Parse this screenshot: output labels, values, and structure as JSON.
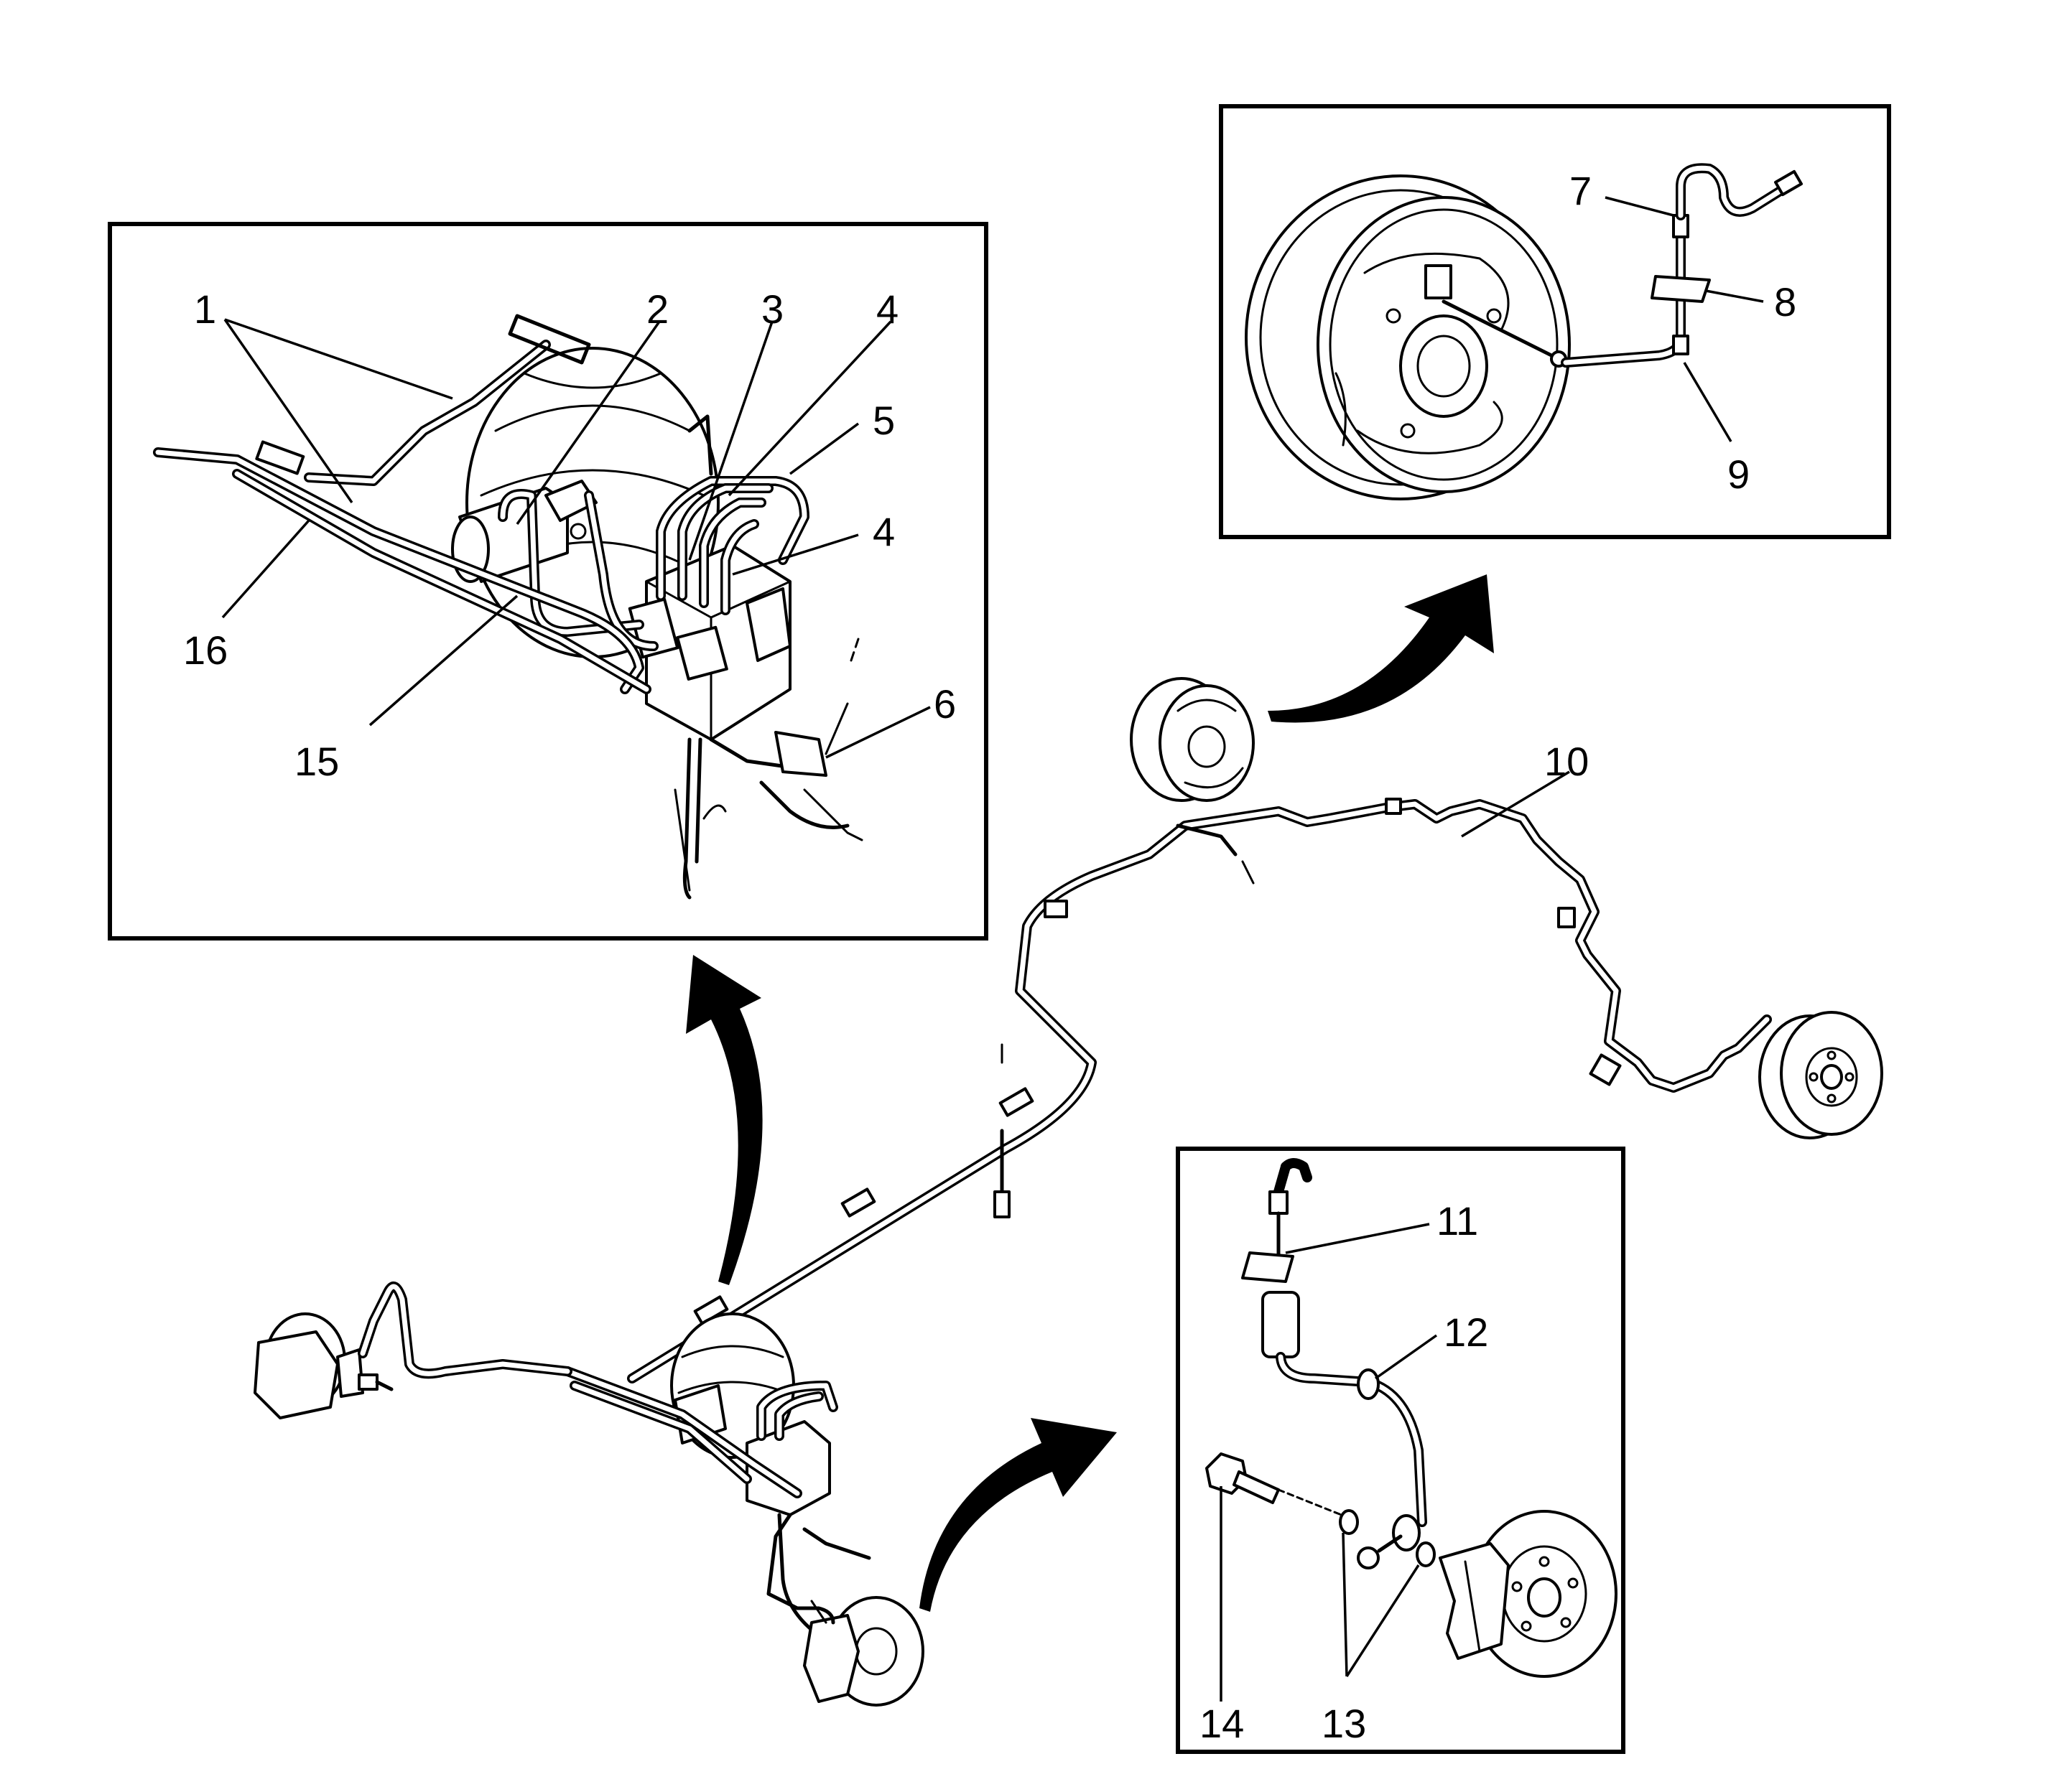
{
  "callouts": {
    "c1": "1",
    "c2": "2",
    "c3": "3",
    "c4a": "4",
    "c4b": "4",
    "c5": "5",
    "c6": "6",
    "c7": "7",
    "c8": "8",
    "c9": "9",
    "c10": "10",
    "c11": "11",
    "c12": "12",
    "c13": "13",
    "c14": "14",
    "c15": "15",
    "c16": "16"
  },
  "colors": {
    "ink": "#000000",
    "paper": "#ffffff"
  },
  "icons": [
    "brake-booster",
    "master-cylinder",
    "abs-modulator",
    "rear-drum-brake",
    "front-disc-caliper",
    "brake-pipe",
    "brake-hose",
    "curved-arrow"
  ]
}
